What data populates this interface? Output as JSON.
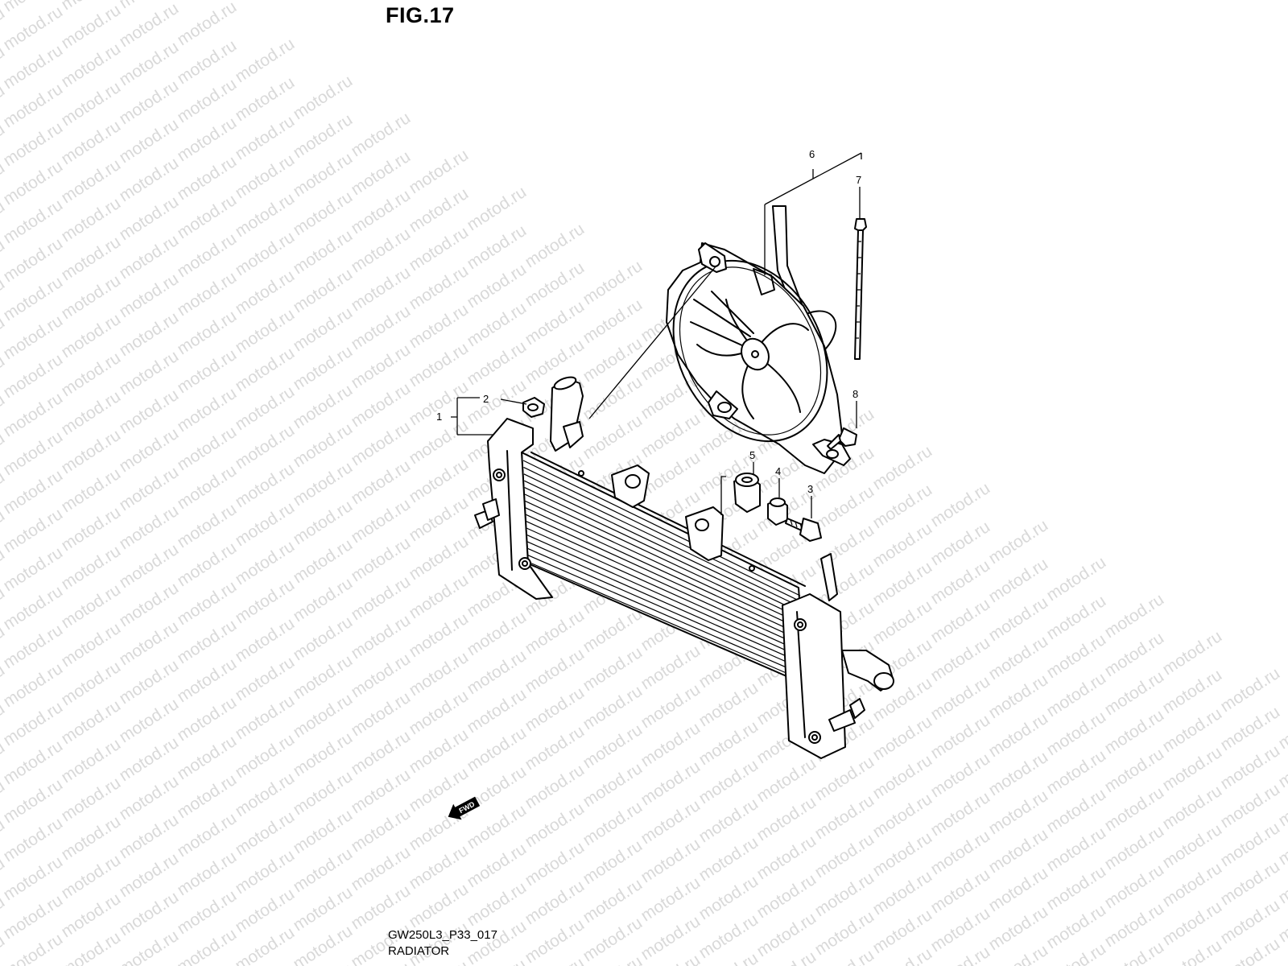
{
  "figure": {
    "title": "FIG.17",
    "drawing_code": "GW250L3_P33_017",
    "drawing_name": "RADIATOR"
  },
  "watermark": {
    "text": "motod.ru",
    "color": "#d9d9d9"
  },
  "callouts": [
    "1",
    "2",
    "3",
    "4",
    "5",
    "6",
    "7",
    "8"
  ],
  "direction_badge": {
    "text": "FWD",
    "icon": "fwd-arrow-icon"
  },
  "colors": {
    "line": "#000000",
    "background": "#ffffff"
  }
}
